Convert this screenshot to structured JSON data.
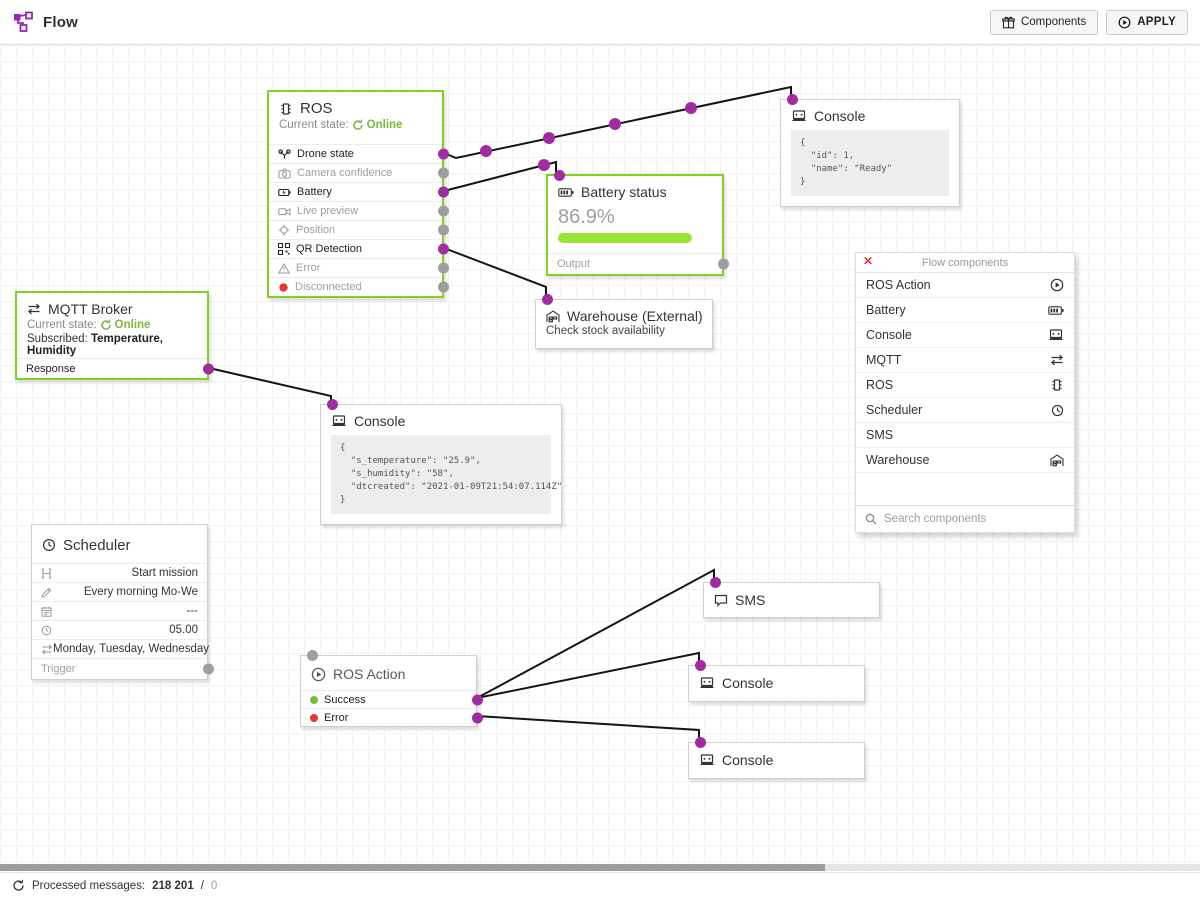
{
  "header": {
    "title": "Flow",
    "components_button": "Components",
    "apply_button": "APPLY"
  },
  "nodes": {
    "ros": {
      "title": "ROS",
      "state_label": "Current state:",
      "state_value": "Online",
      "ports": [
        {
          "label": "Drone state",
          "icon": "drone-icon",
          "active": true
        },
        {
          "label": "Camera confidence",
          "icon": "camera-icon",
          "active": false
        },
        {
          "label": "Battery",
          "icon": "battery-charge-icon",
          "active": true
        },
        {
          "label": "Live preview",
          "icon": "video-icon",
          "active": false
        },
        {
          "label": "Position",
          "icon": "position-icon",
          "active": false
        },
        {
          "label": "QR Detection",
          "icon": "qr-icon",
          "active": true
        },
        {
          "label": "Error",
          "icon": "warning-icon",
          "active": false
        },
        {
          "label": "Disconnected",
          "icon": "red-dot-icon",
          "active": false
        }
      ]
    },
    "console_top": {
      "title": "Console",
      "code": [
        "{",
        "  \"id\": 1,",
        "  \"name\": \"Ready\"",
        "}"
      ]
    },
    "battery_status": {
      "title": "Battery status",
      "percent": "86.9%",
      "output_label": "Output"
    },
    "mqtt": {
      "title": "MQTT Broker",
      "state_label": "Current state:",
      "state_value": "Online",
      "subscribed_label": "Subscribed:",
      "subscribed_value": "Temperature, Humidity",
      "port_label": "Response"
    },
    "warehouse": {
      "title": "Warehouse (External)",
      "subtitle": "Check stock availability"
    },
    "console_mid": {
      "title": "Console",
      "code": [
        "{",
        "  \"s_temperature\": \"25.9\",",
        "  \"s_humidity\": \"58\",",
        "  \"dtcreated\": \"2021-01-09T21:54:07.114Z\"",
        "}"
      ]
    },
    "scheduler": {
      "title": "Scheduler",
      "rows": [
        {
          "icon": "text-icon",
          "value": "Start mission"
        },
        {
          "icon": "pencil-icon",
          "value": "Every morning Mo-We"
        },
        {
          "icon": "calendar-icon",
          "value": "---"
        },
        {
          "icon": "clock-icon",
          "value": "05.00"
        },
        {
          "icon": "repeat-icon",
          "value": "Monday, Tuesday, Wednesday"
        }
      ],
      "port_label": "Trigger"
    },
    "ros_action": {
      "title": "ROS Action",
      "ports": [
        {
          "label": "Success",
          "status_color": "green"
        },
        {
          "label": "Error",
          "status_color": "red"
        }
      ]
    },
    "sms": {
      "title": "SMS"
    },
    "console_b1": {
      "title": "Console"
    },
    "console_b2": {
      "title": "Console"
    }
  },
  "panel": {
    "title": "Flow components",
    "close_icon": "close-icon",
    "items": [
      {
        "label": "ROS Action",
        "icon": "play-circle-icon"
      },
      {
        "label": "Battery",
        "icon": "battery-icon"
      },
      {
        "label": "Console",
        "icon": "console-icon"
      },
      {
        "label": "MQTT",
        "icon": "swap-arrows-icon"
      },
      {
        "label": "ROS",
        "icon": "chip-icon"
      },
      {
        "label": "Scheduler",
        "icon": "clock-icon"
      },
      {
        "label": "SMS",
        "icon": ""
      },
      {
        "label": "Warehouse",
        "icon": "warehouse-icon"
      }
    ],
    "search_placeholder": "Search components"
  },
  "status": {
    "label": "Processed messages:",
    "count": "218 201",
    "separator": "/",
    "zero": "0"
  },
  "colors": {
    "accent_green": "#7ed321",
    "online_green": "#7cb83a",
    "battery_bar": "#96e632",
    "port_purple": "#a12ca1",
    "port_gray": "#9e9e9e",
    "logo_purple": "#9127b5",
    "error_red": "#e53935",
    "wire_black": "#141414"
  }
}
